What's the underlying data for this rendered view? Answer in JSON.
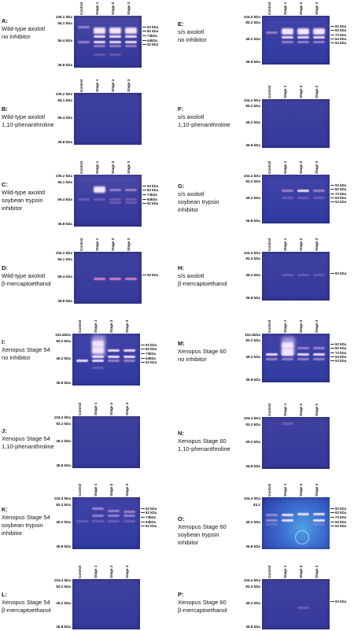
{
  "panels": [
    {
      "id": "A",
      "letter": "A:",
      "lines": [
        "Wild-type axolotl",
        "no inhibitor"
      ],
      "lanes": [
        "Control",
        "Stage 1",
        "Stage 2",
        "Stage 3"
      ],
      "left": [
        "105.2 kDa",
        "84.1 kDa",
        "56.4 kDa",
        "36.8 kDa"
      ],
      "right": [
        "92 kDa",
        "82 kDa",
        "73kDa",
        "64kDa",
        "52 kDa"
      ]
    },
    {
      "id": "B",
      "letter": "B:",
      "lines": [
        "Wild-type axolotl",
        "1,10-phenanthroline"
      ],
      "lanes": [
        "Control",
        "Stage 1",
        "Stage 2",
        "Stage 3"
      ],
      "left": [
        "105.2 kDa",
        "84.1 kDa",
        "56.4 kDa",
        "36.8 kDa"
      ],
      "right": []
    },
    {
      "id": "C",
      "letter": "C:",
      "lines": [
        "Wild-type axolotl",
        "soybean trypsin",
        "inhibitor"
      ],
      "lanes": [
        "Control",
        "Stage 1",
        "Stage 2",
        "Stage 3"
      ],
      "left": [
        "105.2 kDa",
        "84.1 kDa",
        "56.4 kDa",
        "36.8 kDa"
      ],
      "right": [
        "92 kDa",
        "82 kDa",
        "73kDa",
        "64kDa",
        "52 kDa"
      ]
    },
    {
      "id": "D",
      "letter": "D:",
      "lines": [
        "Wild-type axolotl",
        "β-mercaptoethanol"
      ],
      "lanes": [
        "Control",
        "Stage 1",
        "Stage 2",
        "Stage 3"
      ],
      "left": [
        "105.2 kDa",
        "84.1 kDa",
        "56.4 kDa",
        "36.8 kDa"
      ],
      "right": [
        "92 kDa"
      ]
    },
    {
      "id": "E",
      "letter": "E:",
      "lines": [
        "s/s axolotl",
        "no inhibitor"
      ],
      "lanes": [
        "Control",
        "Stage 1",
        "Stage 2",
        "Stage 3"
      ],
      "left": [
        "104.4 kDa",
        "83.2 kDa",
        "49.2 kDa",
        "36.8 kDa"
      ],
      "right": [
        "92 kDa",
        "82 kDa",
        "73 kDa",
        "64 kDa",
        "52 kDa"
      ]
    },
    {
      "id": "F",
      "letter": "F:",
      "lines": [
        "s/s axolotl",
        "1,10-phenanthroline"
      ],
      "lanes": [
        "Control",
        "Stage 1",
        "Stage 2",
        "Stage 3"
      ],
      "left": [
        "104.4 kDa",
        "83.2 kDa",
        "49.2 kDa",
        "36.8 kDa"
      ],
      "right": []
    },
    {
      "id": "G",
      "letter": "G:",
      "lines": [
        "s/s axolotl",
        "soybean trypsin",
        "inhibitor"
      ],
      "lanes": [
        "Control",
        "Stage 1",
        "Stage 2",
        "Stage 3"
      ],
      "left": [
        "104.4 kDa",
        "83.2 kDa",
        "49.2 kDa",
        "36.8 kDa"
      ],
      "right": [
        "92 kDa",
        "82 kDa",
        "73 kDa",
        "64 kDa",
        "52 kDa"
      ]
    },
    {
      "id": "H",
      "letter": "H:",
      "lines": [
        "s/s axolotl",
        "β-mercaptoethanol"
      ],
      "lanes": [
        "Control",
        "Stage 1",
        "Stage 2",
        "Stage 3"
      ],
      "left": [
        "104.4 kDa",
        "83.2 kDa",
        "49.2 kDa",
        "36.8 kDa"
      ],
      "right": [
        "92 kDa"
      ]
    },
    {
      "id": "I",
      "letter": "I:",
      "lines": [
        "Xenopus Stage 54",
        "no inhibitor"
      ],
      "lanes": [
        "Control",
        "Stage 1",
        "Stage 2",
        "Stage 3"
      ],
      "left": [
        "104.4kDa",
        "83.2 kDa",
        "49.2 kDa",
        "36.8 kDa"
      ],
      "right": [
        "92 kDa",
        "82 kDa",
        "73kDa",
        "64kDa",
        "52 kDa"
      ]
    },
    {
      "id": "J",
      "letter": "J:",
      "lines": [
        "Xenopus Stage 54",
        "1,10-phenanthroline"
      ],
      "lanes": [
        "Control",
        "Stage 1",
        "Stage 2",
        "Stage 3"
      ],
      "left": [
        "104.4 kDa",
        "83.2 kDa",
        "49.2 kDa",
        "36.8 kDa"
      ],
      "right": []
    },
    {
      "id": "K",
      "letter": "K:",
      "lines": [
        "Xenopus Stage 54",
        "soybean trypsin",
        "inhibitor"
      ],
      "lanes": [
        "Control",
        "Stage 1",
        "Stage 2",
        "Stage 3"
      ],
      "left": [
        "104.4 kDa",
        "83.2 kDa",
        "49.2 kDa",
        "36.8 kDa"
      ],
      "right": [
        "92 kDa",
        "82 kDa",
        "73kDa",
        "64kDa",
        "52 kDa"
      ]
    },
    {
      "id": "L",
      "letter": "L:",
      "lines": [
        "Xenopus Stage 54",
        "β-mercaptoethanol"
      ],
      "lanes": [
        "Control",
        "Stage 1",
        "Stage 2",
        "Stage 3"
      ],
      "left": [
        "104.4 kDa",
        "83.2 kDa",
        "49.2 kDa",
        "36.8 kDa"
      ],
      "right": []
    },
    {
      "id": "M",
      "letter": "M:",
      "lines": [
        "Xenopus Stage 60",
        "no inhibitor"
      ],
      "lanes": [
        "Control",
        "Stage 1",
        "Stage 2",
        "Stage 3"
      ],
      "left": [
        "104.4kDa",
        "83.2 kDa",
        "49.2 kDa",
        "36.8 kDa"
      ],
      "right": [
        "92 kDa",
        "82 kDa",
        "73 kDa",
        "64 kDa",
        "52 kDa"
      ]
    },
    {
      "id": "N",
      "letter": "N:",
      "lines": [
        "Xenopus Stage 60",
        "1,10-phenanthroline"
      ],
      "lanes": [
        "Control",
        "Stage 1",
        "Stage 2",
        "Stage 3"
      ],
      "left": [
        "104.4 kDa",
        "83.2 kDa",
        "49.2 kDa",
        "36.8 kDa"
      ],
      "right": []
    },
    {
      "id": "O",
      "letter": "O:",
      "lines": [
        "Xenopus Stage 60",
        "soybean trypsin",
        "inhibitor"
      ],
      "lanes": [
        "Control",
        "Stage 1",
        "Stage 2",
        "Stage 3"
      ],
      "left": [
        "104.4 kDa",
        "83.2",
        "49.2 kDa",
        "36.8 kDa"
      ],
      "right": [
        "92 kDa",
        "82 kDa",
        "73 kDa",
        "64 kDa",
        "52 kDa"
      ]
    },
    {
      "id": "P",
      "letter": "P:",
      "lines": [
        "Xenopus Stage 60",
        "β-mercaptoethanol"
      ],
      "lanes": [
        "Control",
        "Stage 1",
        "Stage 2",
        "Stage 3"
      ],
      "left": [
        "104.4 kDa",
        "83.2 kDa",
        "49.2 kDa",
        "36.8 kDa"
      ],
      "right": [
        "92 kDa"
      ]
    }
  ]
}
